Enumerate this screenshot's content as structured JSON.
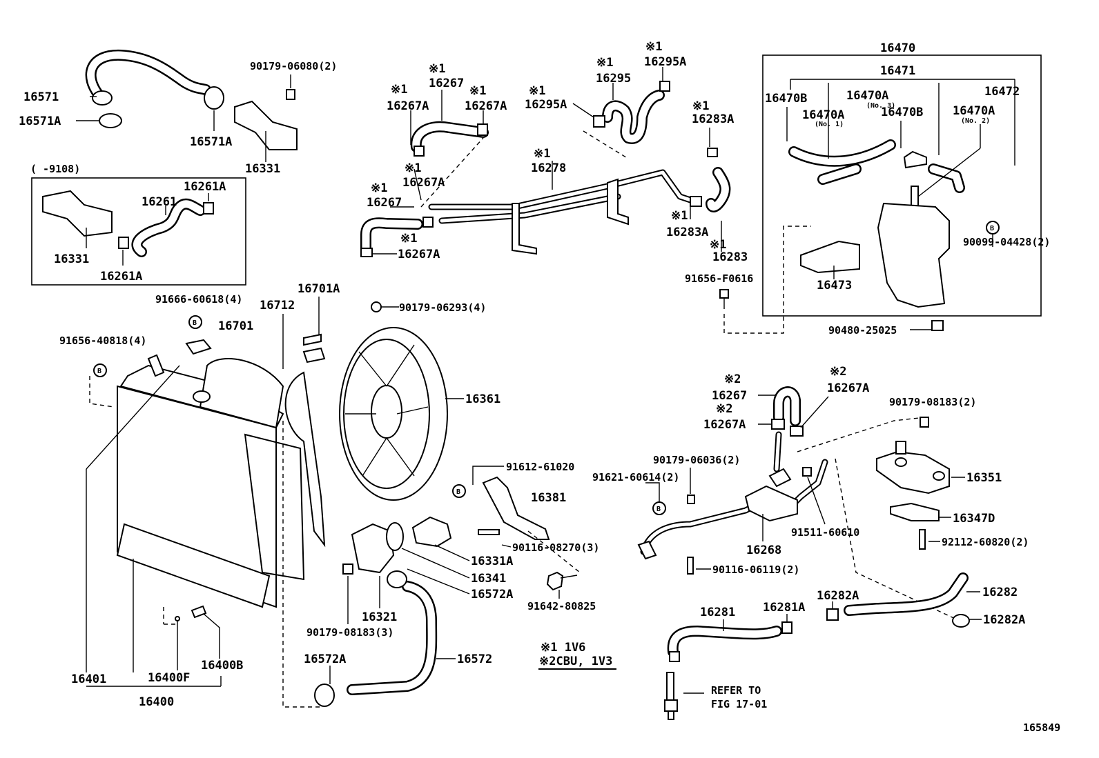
{
  "diagram": {
    "figure_number": "165849",
    "legend": {
      "note1": "※1 1V6",
      "note2": "※2CBU, 1V3"
    },
    "refer_note": {
      "line1": "REFER TO",
      "line2": "FIG 17-01"
    },
    "inset_label": "(  -9108)",
    "labels": {
      "p16571": "16571",
      "p16571A_left": "16571A",
      "p16571A_right": "16571A",
      "p16331_top": "16331",
      "p90179_06080": "90179-06080(2)",
      "p16261A_top": "16261A",
      "p16261": "16261",
      "p16331_inset": "16331",
      "p16261A_bot": "16261A",
      "p16267_a": "※1",
      "p16267_a_num": "16267",
      "p16267A_a_mark": "※1",
      "p16267A_a": "16267A",
      "p16267A_b_mark": "※1",
      "p16267A_b": "16267A",
      "p16267A_c_mark": "※1",
      "p16267A_c": "16267A",
      "p16267_b_mark": "※1",
      "p16267_b": "16267",
      "p16267A_d_mark": "※1",
      "p16267A_d": "16267A",
      "p16295A_a_mark": "※1",
      "p16295A_a": "16295A",
      "p16295_mark": "※1",
      "p16295": "16295",
      "p16295A_b_mark": "※1",
      "p16295A_b": "16295A",
      "p16278_mark": "※1",
      "p16278": "16278",
      "p16283A_a_mark": "※1",
      "p16283A_a": "16283A",
      "p16283A_b_mark": "※1",
      "p16283A_b": "16283A",
      "p16283_mark": "※1",
      "p16283": "16283",
      "p91656_F0616": "91656-F0616",
      "p16470": "16470",
      "p16471": "16471",
      "p16470B_a": "16470B",
      "p16470A_a": "16470A",
      "p16470A_a_no": "(No. 3)",
      "p16470A_b": "16470A",
      "p16470A_b_no": "(No. 1)",
      "p16470B_b": "16470B",
      "p16472": "16472",
      "p16470A_c": "16470A",
      "p16470A_c_no": "(No. 2)",
      "p90099_04428": "90099-04428(2)",
      "p16473": "16473",
      "p90480_25025": "90480-25025",
      "p91666_60618": "91666-60618(4)",
      "p16712": "16712",
      "p16701A": "16701A",
      "p90179_06293": "90179-06293(4)",
      "p16701": "16701",
      "p91656_40818": "91656-40818(4)",
      "p16361": "16361",
      "p91612_61020": "91612-61020",
      "p16381": "16381",
      "p90116_08270": "90116-08270(3)",
      "p16331A": "16331A",
      "p16341": "16341",
      "p16572A_a": "16572A",
      "p91642_80825": "91642-80825",
      "p16321": "16321",
      "p90179_08183_3": "90179-08183(3)",
      "p16572A_b": "16572A",
      "p16572": "16572",
      "p16401": "16401",
      "p16400F": "16400F",
      "p16400B": "16400B",
      "p16400": "16400",
      "p16267_c_mark": "※2",
      "p16267_c": "16267",
      "p16267A_e_mark": "※2",
      "p16267A_e": "16267A",
      "p16267A_f_mark": "※2",
      "p16267A_f": "16267A",
      "p90179_08183_2": "90179-08183(2)",
      "p90179_06036": "90179-06036(2)",
      "p91621_60614": "91621-60614(2)",
      "p16351": "16351",
      "p16347D": "16347D",
      "p91511_60610": "91511-60610",
      "p16268": "16268",
      "p92112_60820": "92112-60820(2)",
      "p90116_06119": "90116-06119(2)",
      "p16282A_a": "16282A",
      "p16282": "16282",
      "p16281": "16281",
      "p16281A": "16281A",
      "p16282A_b": "16282A",
      "markB": "B"
    }
  }
}
